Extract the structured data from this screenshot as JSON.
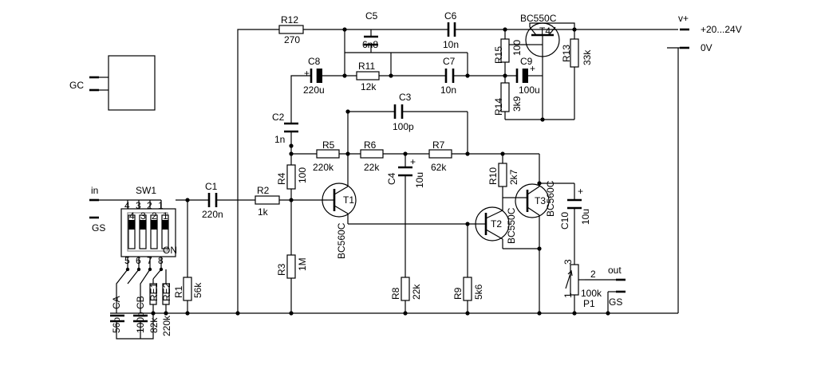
{
  "labels": {
    "supply_plus": "v+",
    "supply_voltage": "+20...24V",
    "ground": "0V",
    "input": "in",
    "output": "out",
    "gs_left": "GS",
    "gs_right": "GS",
    "gc": "GC",
    "sw1": "SW1",
    "on": "ON"
  },
  "switch_pins": {
    "top": [
      "4",
      "3",
      "2",
      "1"
    ],
    "bottom": [
      "5",
      "6",
      "7",
      "8"
    ],
    "inner": [
      "4",
      "3",
      "2",
      "1"
    ]
  },
  "components": {
    "R12": {
      "ref": "R12",
      "value": "270"
    },
    "C5": {
      "ref": "C5",
      "value": "6n8"
    },
    "C6": {
      "ref": "C6",
      "value": "10n"
    },
    "C8": {
      "ref": "C8",
      "value": "220u"
    },
    "R11": {
      "ref": "R11",
      "value": "12k"
    },
    "C7": {
      "ref": "C7",
      "value": "10n"
    },
    "T4": {
      "ref": "T4",
      "type": "BC550C"
    },
    "R15": {
      "ref": "R15",
      "value": "100"
    },
    "R13": {
      "ref": "R13",
      "value": "33k"
    },
    "C9": {
      "ref": "C9",
      "value": "100u"
    },
    "R14": {
      "ref": "R14",
      "value": "3k9"
    },
    "C3": {
      "ref": "C3",
      "value": "100p"
    },
    "C2": {
      "ref": "C2",
      "value": "1n"
    },
    "R5": {
      "ref": "R5",
      "value": "220k"
    },
    "R6": {
      "ref": "R6",
      "value": "22k"
    },
    "R7": {
      "ref": "R7",
      "value": "62k"
    },
    "R4": {
      "ref": "R4",
      "value": "100"
    },
    "C4": {
      "ref": "C4",
      "value": "10u"
    },
    "R10": {
      "ref": "R10",
      "value": "2k7"
    },
    "T3": {
      "ref": "T3",
      "type": "BC560C"
    },
    "C10": {
      "ref": "C10",
      "value": "10u"
    },
    "C1": {
      "ref": "C1",
      "value": "220n"
    },
    "R2": {
      "ref": "R2",
      "value": "1k"
    },
    "T1": {
      "ref": "T1",
      "type": "BC560C"
    },
    "T2": {
      "ref": "T2",
      "type": "BC550C"
    },
    "R3": {
      "ref": "R3",
      "value": "1M"
    },
    "R8": {
      "ref": "R8",
      "value": "22k"
    },
    "R9": {
      "ref": "R9",
      "value": "5k6"
    },
    "P1": {
      "ref": "P1",
      "value": "100k",
      "pins": [
        "1",
        "2",
        "3"
      ]
    },
    "R1": {
      "ref": "R1",
      "value": "56k"
    },
    "CA": {
      "ref": "CA",
      "value": "56p"
    },
    "CB": {
      "ref": "CB",
      "value": "100p"
    },
    "RE1": {
      "ref": "RE1",
      "value": "82k"
    },
    "RE2": {
      "ref": "RE2",
      "value": "220k"
    }
  }
}
